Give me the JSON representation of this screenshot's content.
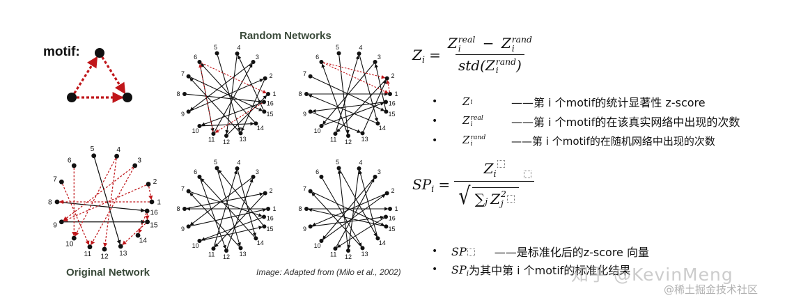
{
  "figure": {
    "motif_label": "motif:",
    "random_title": "Random Networks",
    "original_title": "Original Network",
    "credit": "Image: Adapted from (Milo et al., 2002)",
    "node_labels": [
      "1",
      "2",
      "3",
      "4",
      "5",
      "6",
      "7",
      "8",
      "9",
      "10",
      "11",
      "12",
      "13",
      "14",
      "15",
      "16"
    ],
    "colors": {
      "edge": "#111111",
      "motif_edge": "#c0161a"
    },
    "motif_edges": [
      [
        1,
        0
      ],
      [
        0,
        2
      ],
      [
        1,
        2
      ]
    ],
    "networks": [
      {
        "name": "random-network-1",
        "black_edges": [
          [
            4,
            12
          ],
          [
            5,
            10
          ],
          [
            3,
            11
          ],
          [
            7,
            15
          ],
          [
            8,
            1
          ],
          [
            6,
            14
          ],
          [
            9,
            13
          ],
          [
            2,
            8
          ],
          [
            11,
            0
          ],
          [
            12,
            6
          ],
          [
            13,
            5
          ],
          [
            14,
            3
          ],
          [
            15,
            9
          ],
          [
            10,
            2
          ],
          [
            1,
            12
          ]
        ],
        "red_edges": [
          [
            5,
            0
          ],
          [
            10,
            5
          ],
          [
            15,
            10
          ]
        ]
      },
      {
        "name": "random-network-2",
        "black_edges": [
          [
            4,
            11
          ],
          [
            3,
            13
          ],
          [
            2,
            9
          ],
          [
            6,
            14
          ],
          [
            7,
            0
          ],
          [
            8,
            12
          ],
          [
            10,
            3
          ],
          [
            11,
            5
          ],
          [
            12,
            1
          ],
          [
            13,
            7
          ],
          [
            14,
            2
          ],
          [
            15,
            8
          ],
          [
            9,
            15
          ],
          [
            1,
            10
          ]
        ],
        "red_edges": [
          [
            5,
            0
          ],
          [
            5,
            1
          ],
          [
            0,
            1
          ]
        ]
      },
      {
        "name": "random-network-3",
        "black_edges": [
          [
            4,
            12
          ],
          [
            5,
            11
          ],
          [
            6,
            15
          ],
          [
            7,
            1
          ],
          [
            8,
            0
          ],
          [
            9,
            14
          ],
          [
            10,
            3
          ],
          [
            11,
            2
          ],
          [
            12,
            6
          ],
          [
            13,
            5
          ],
          [
            14,
            4
          ],
          [
            15,
            9
          ],
          [
            3,
            13
          ],
          [
            2,
            8
          ],
          [
            1,
            10
          ],
          [
            0,
            7
          ]
        ],
        "red_edges": []
      },
      {
        "name": "random-network-4",
        "black_edges": [
          [
            4,
            13
          ],
          [
            3,
            11
          ],
          [
            5,
            12
          ],
          [
            6,
            14
          ],
          [
            7,
            0
          ],
          [
            8,
            15
          ],
          [
            9,
            1
          ],
          [
            10,
            2
          ],
          [
            11,
            4
          ],
          [
            12,
            6
          ],
          [
            13,
            3
          ],
          [
            14,
            7
          ],
          [
            15,
            10
          ],
          [
            2,
            9
          ],
          [
            1,
            8
          ]
        ],
        "red_edges": []
      },
      {
        "name": "original-network",
        "black_edges": [
          [
            4,
            12
          ],
          [
            7,
            15
          ],
          [
            8,
            14
          ]
        ],
        "red_edges": [
          [
            5,
            9
          ],
          [
            6,
            10
          ],
          [
            3,
            11
          ],
          [
            2,
            8
          ],
          [
            1,
            8
          ],
          [
            0,
            7
          ],
          [
            15,
            13
          ],
          [
            14,
            12
          ],
          [
            3,
            9
          ],
          [
            2,
            10
          ],
          [
            1,
            0
          ],
          [
            15,
            14
          ]
        ]
      }
    ]
  },
  "formula1": {
    "lhs": "Z",
    "lhs_sub": "i",
    "num_a": "Z",
    "num_a_sup": "real",
    "num_a_sub": "i",
    "minus": "−",
    "num_b": "Z",
    "num_b_sup": "rand",
    "num_b_sub": "i",
    "den_prefix": "std(",
    "den_z": "Z",
    "den_sup": "rand",
    "den_sub": "i",
    "den_suffix": ")"
  },
  "bullets": [
    {
      "sym": "Z",
      "sub": "i",
      "sup": "",
      "text": "——第 i 个motif的统计显著性 z-score"
    },
    {
      "sym": "Z",
      "sub": "i",
      "sup": "real",
      "text": "——第 i 个motif的在该真实网络中出现的次数"
    },
    {
      "sym": "Z",
      "sub": "i",
      "sup": "rand",
      "text": "——第 i 个motif的在随机网络中出现的次数"
    }
  ],
  "formula2": {
    "lhs": "SP",
    "lhs_sub": "i",
    "num": "Z",
    "num_sub": "i",
    "sum": "∑",
    "sum_sub": "j",
    "z": "Z",
    "z_sub": "j",
    "z_sup": "2"
  },
  "bullets2": [
    {
      "sym": "SP",
      "sub": "",
      "text": "——是标准化后的z-score 向量"
    },
    {
      "sym": "SP",
      "sub": "i",
      "text": "为其中第 i 个motif的标准化结果"
    }
  ],
  "watermark": "知乎 @KevinMeng",
  "watermark2": "@稀土掘金技术社区"
}
